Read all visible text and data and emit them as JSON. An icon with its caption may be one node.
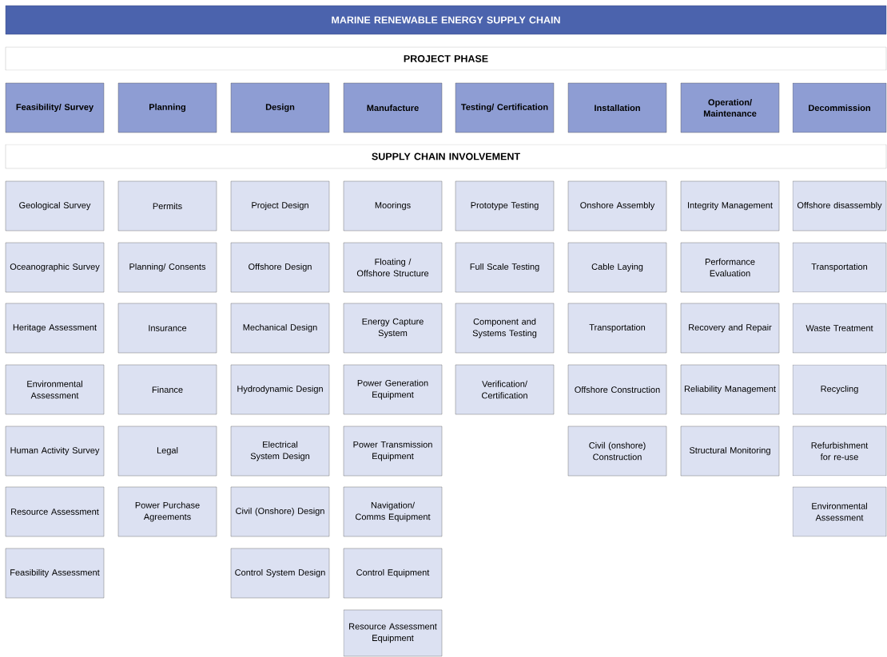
{
  "diagram": {
    "nodes": [
      {
        "text": [
          "MARINE RENEWABLE ENERGY SUPPLY CHAIN"
        ]
      },
      {
        "text": [
          "PROJECT PHASE"
        ]
      },
      {
        "text": [
          "Feasibility/ Survey"
        ]
      },
      {
        "text": [
          "Planning"
        ]
      },
      {
        "text": [
          "Design"
        ]
      },
      {
        "text": [
          "Manufacture"
        ]
      },
      {
        "text": [
          "Testing/ Certification"
        ]
      },
      {
        "text": [
          "Installation"
        ]
      },
      {
        "text": [
          "Operation/ Maintenance"
        ]
      },
      {
        "text": [
          "Decommission"
        ]
      },
      {
        "text": [
          "SUPPLY CHAIN INVOLVEMENT"
        ]
      },
      {
        "text": [
          "Geological Survey"
        ]
      },
      {
        "text": [
          "Permits"
        ]
      },
      {
        "text": [
          "Project Design"
        ]
      },
      {
        "text": [
          "Moorings"
        ]
      },
      {
        "text": [
          "Prototype Testing"
        ]
      },
      {
        "text": [
          "Onshore Assembly"
        ]
      },
      {
        "text": [
          "Integrity Management"
        ]
      },
      {
        "text": [
          "Offshore disassembly"
        ]
      },
      {
        "text": [
          "Oceanographic Survey"
        ]
      },
      {
        "text": [
          "Planning/ Consents"
        ]
      },
      {
        "text": [
          "Offshore Design"
        ]
      },
      {
        "text": [
          "Floating / Offshore Structure"
        ]
      },
      {
        "text": [
          "Full Scale Testing"
        ]
      },
      {
        "text": [
          "Cable Laying"
        ]
      },
      {
        "text": [
          "Performance Evaluation"
        ]
      },
      {
        "text": [
          "Transportation"
        ]
      },
      {
        "text": [
          "Heritage Assessment"
        ]
      },
      {
        "text": [
          "Insurance"
        ]
      },
      {
        "text": [
          "Mechanical Design"
        ]
      },
      {
        "text": [
          "Energy Capture System"
        ]
      },
      {
        "text": [
          "Component and Systems Testing"
        ]
      },
      {
        "text": [
          "Transportation"
        ]
      },
      {
        "text": [
          "Recovery and Repair"
        ]
      },
      {
        "text": [
          "Waste Treatment"
        ]
      },
      {
        "text": [
          "Environmental Assessment"
        ]
      },
      {
        "text": [
          "Finance"
        ]
      },
      {
        "text": [
          "Hydrodynamic Design"
        ]
      },
      {
        "text": [
          "Power Generation Equipment"
        ]
      },
      {
        "text": [
          "Verification/ Certification"
        ]
      },
      {
        "text": [
          "Offshore Construction"
        ]
      },
      {
        "text": [
          "Reliability Management"
        ]
      },
      {
        "text": [
          "Recycling"
        ]
      },
      {
        "text": [
          "Human Activity Survey"
        ]
      },
      {
        "text": [
          "Legal"
        ]
      },
      {
        "text": [
          "Electrical System Design"
        ]
      },
      {
        "text": [
          "Power Transmission Equipment"
        ]
      },
      {
        "text": [
          "Civil (onshore) Construction"
        ]
      },
      {
        "text": [
          "Structural Monitoring"
        ]
      },
      {
        "text": [
          "Refurbishment for re-use"
        ]
      },
      {
        "text": [
          "Resource Assessment"
        ]
      },
      {
        "text": [
          "Power Purchase Agreements"
        ]
      },
      {
        "text": [
          "Civil (Onshore) Design"
        ]
      },
      {
        "text": [
          "Navigation/ Comms Equipment"
        ]
      },
      {
        "text": [
          "Environmental Assessment"
        ]
      },
      {
        "text": [
          "Feasibility Assessment"
        ]
      },
      {
        "text": [
          "Control System Design"
        ]
      },
      {
        "text": [
          "Control Equipment"
        ]
      },
      {
        "text": [
          "Resource Assessment Equipment"
        ]
      }
    ]
  }
}
